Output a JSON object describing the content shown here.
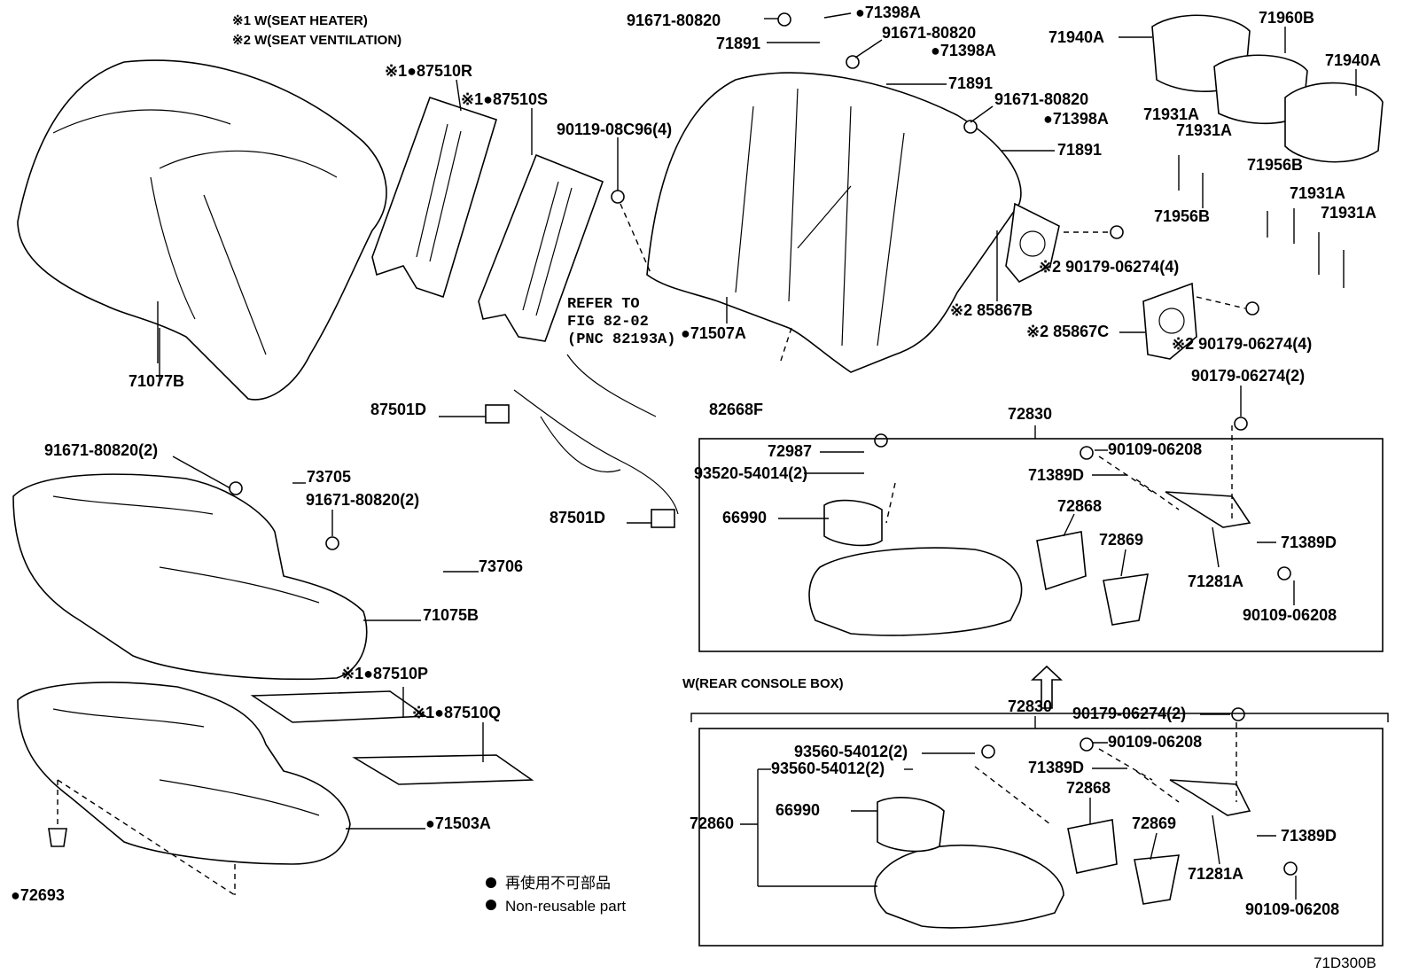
{
  "notes": {
    "note1": "※1 W(SEAT HEATER)",
    "note2": "※2 W(SEAT VENTILATION)",
    "refer1": "REFER TO",
    "refer2": "FIG 82-02",
    "refer3": "(PNC 82193A)",
    "console": "W(REAR CONSOLE BOX)"
  },
  "legend": {
    "jp": "再使用不可部品",
    "en": "Non-reusable part"
  },
  "figure_code": "71D300B",
  "labels": {
    "p71077B": "71077B",
    "p87510R": "※1●87510R",
    "p87510S": "※1●87510S",
    "p87501D_a": "87501D",
    "p87501D_b": "87501D",
    "p91671_2a": "91671-80820(2)",
    "p73705": "73705",
    "p91671_2b": "91671-80820(2)",
    "p73706": "73706",
    "p71075B": "71075B",
    "p87510P": "※1●87510P",
    "p87510Q": "※1●87510Q",
    "p71503A": "●71503A",
    "p72693": "●72693",
    "p91671_a": "91671-80820",
    "p71398A_a": "●71398A",
    "p71891_a": "71891",
    "p91671_b": "91671-80820",
    "p71398A_b": "●71398A",
    "p71891_b": "71891",
    "p91671_c": "91671-80820",
    "p71398A_c": "●71398A",
    "p71891_c": "71891",
    "p90119": "90119-08C96(4)",
    "p71507A": "●71507A",
    "p82668F": "82668F",
    "p71940A_a": "71940A",
    "p71960B": "71960B",
    "p71940A_b": "71940A",
    "p71931A_a": "71931A",
    "p71931A_b": "71931A",
    "p71956B_a": "71956B",
    "p71956B_b": "71956B",
    "p71931A_c": "71931A",
    "p71931A_d": "71931A",
    "p90179_4a": "※2 90179-06274(4)",
    "p85867B": "※2 85867B",
    "p85867C": "※2 85867C",
    "p90179_4b": "※2 90179-06274(4)",
    "p90179_2a": "90179-06274(2)",
    "p72830_a": "72830",
    "p72987": "72987",
    "p93520": "93520-54014(2)",
    "p66990_a": "66990",
    "p90109_a": "90109-06208",
    "p71389D_a": "71389D",
    "p72868_a": "72868",
    "p72869_a": "72869",
    "p71389D_b": "71389D",
    "p71281A_a": "71281A",
    "p90109_b": "90109-06208",
    "p72830_b": "72830",
    "p90179_2b": "90179-06274(2)",
    "p93560_a": "93560-54012(2)",
    "p93560_b": "93560-54012(2)",
    "p90109_c": "90109-06208",
    "p71389D_c": "71389D",
    "p72868_b": "72868",
    "p72860": "72860",
    "p66990_b": "66990",
    "p72869_b": "72869",
    "p71389D_d": "71389D",
    "p71281A_b": "71281A",
    "p90109_d": "90109-06208"
  }
}
